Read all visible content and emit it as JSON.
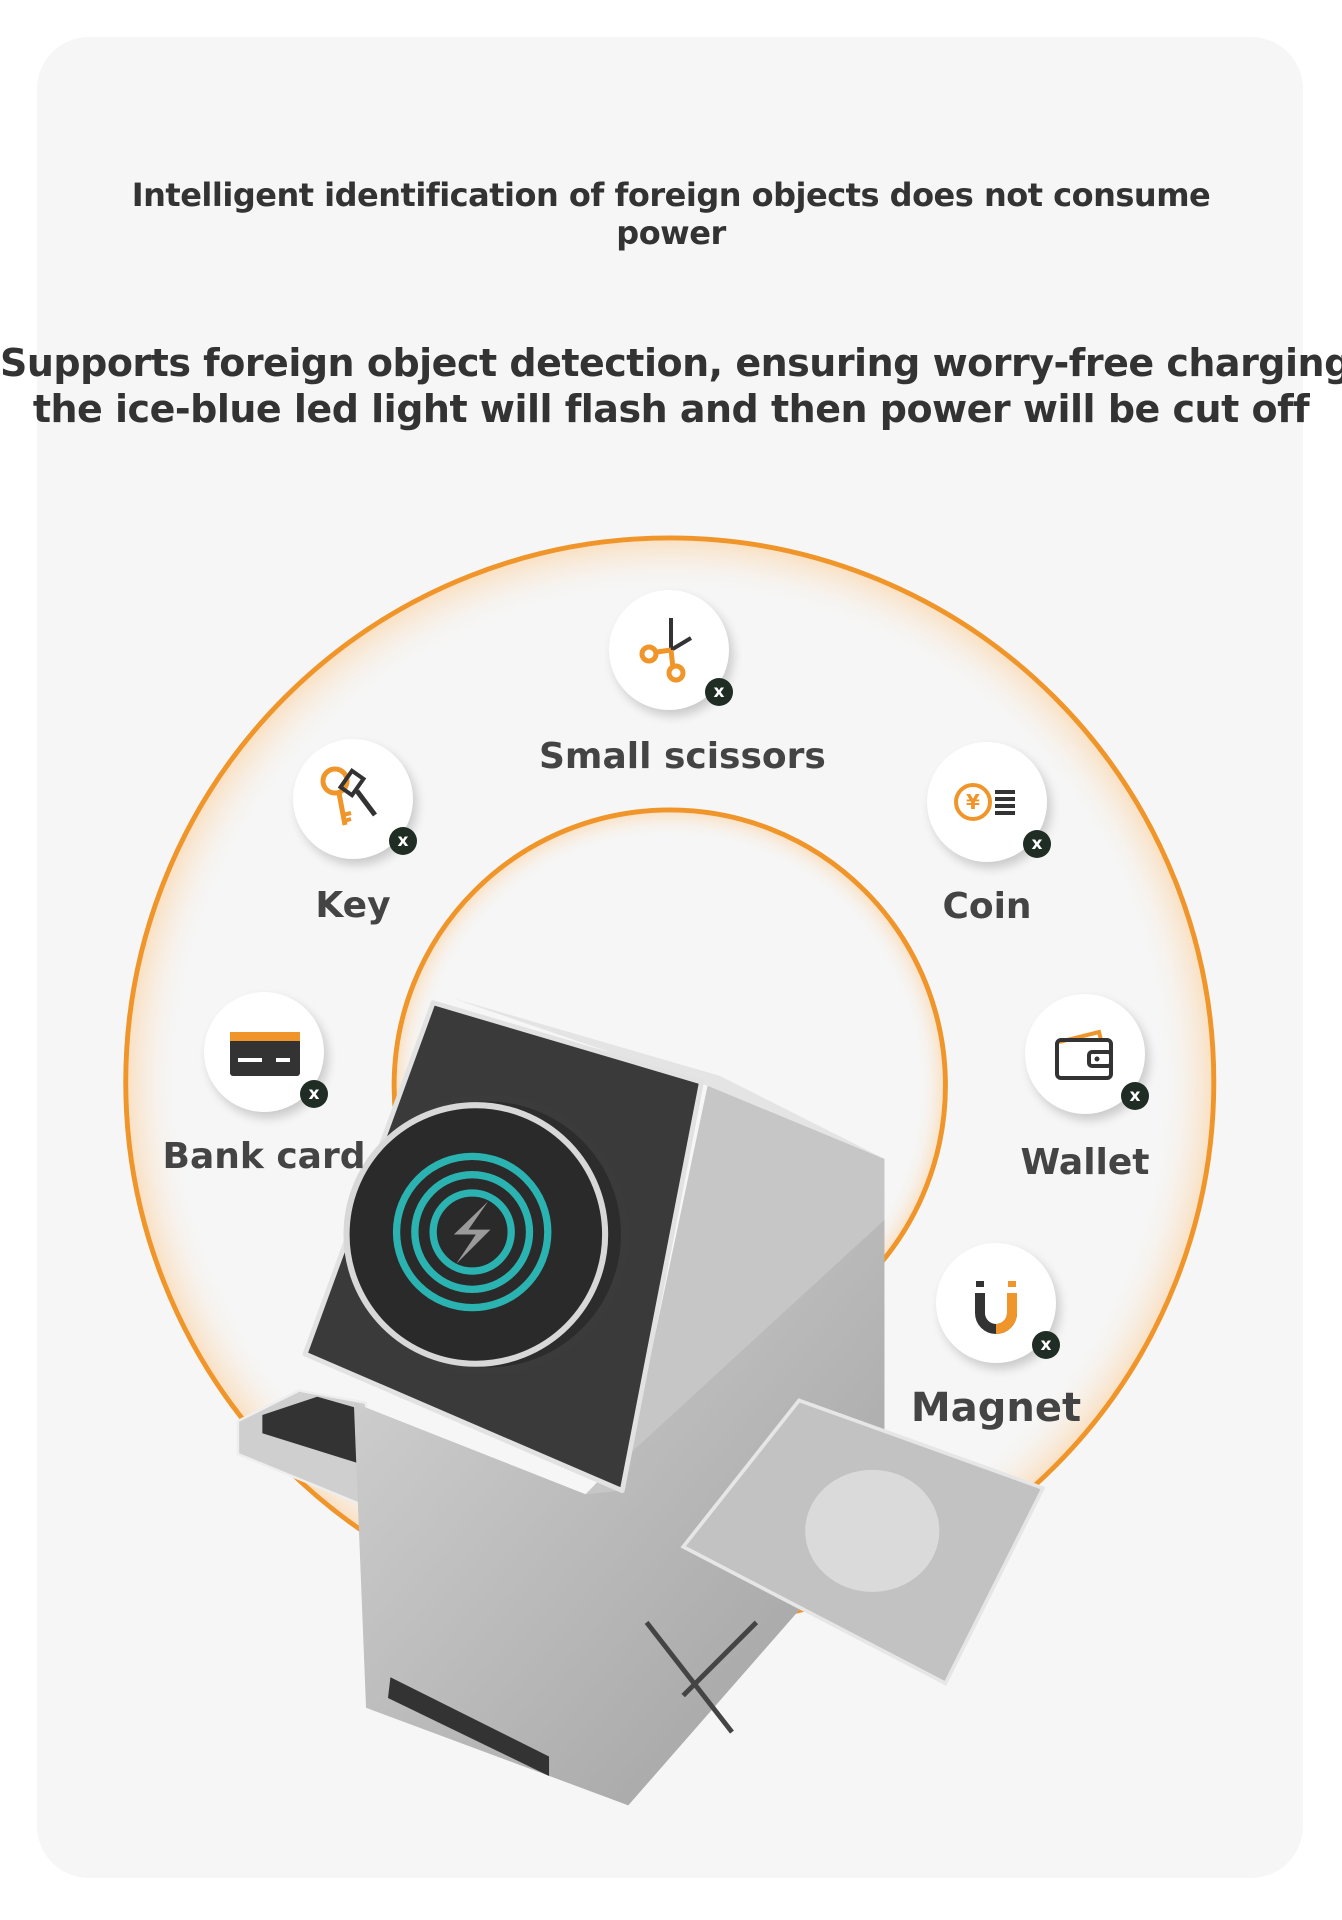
{
  "heading": "Intelligent identification of foreign objects does not consume power",
  "subheading": {
    "line1": "Supports foreign object detection, ensuring worry-free charging.",
    "line2": "the ice-blue led light will flash and then power will be cut off"
  },
  "items": [
    {
      "label": "Small scissors",
      "icon": "scissors-icon"
    },
    {
      "label": "Key",
      "icon": "key-icon"
    },
    {
      "label": "Coin",
      "icon": "coin-icon"
    },
    {
      "label": "Bank card",
      "icon": "bank-card-icon"
    },
    {
      "label": "Wallet",
      "icon": "wallet-icon"
    },
    {
      "label": "Magnet",
      "icon": "magnet-icon"
    }
  ],
  "badge": "x",
  "colors": {
    "accent": "#f0952a",
    "led": "#2ab3b0",
    "text": "#333333",
    "badge": "#1f2d24"
  }
}
